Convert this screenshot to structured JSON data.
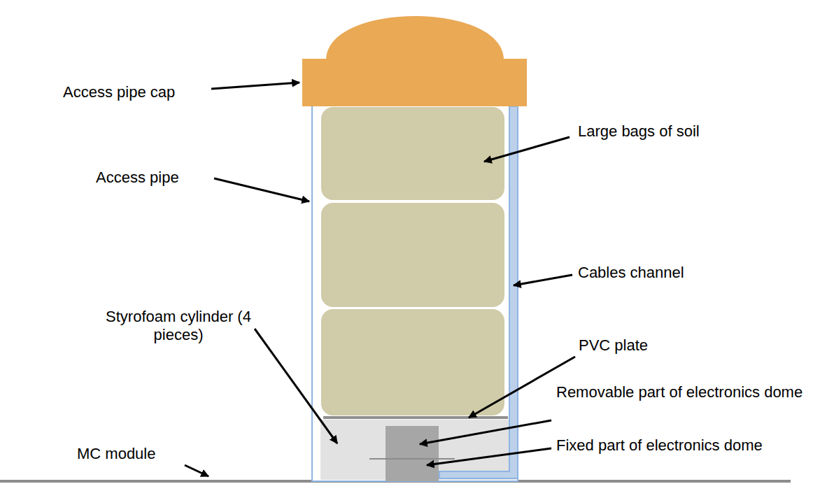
{
  "diagram": {
    "labels": [
      "Access pipe cap",
      "Large bags of soil",
      "Access pipe",
      "Cables channel",
      "Styrofoam cylinder (4 pieces)",
      "PVC plate",
      "Removable part of electronics dome",
      "Fixed part of electronics dome",
      "MC module"
    ]
  }
}
